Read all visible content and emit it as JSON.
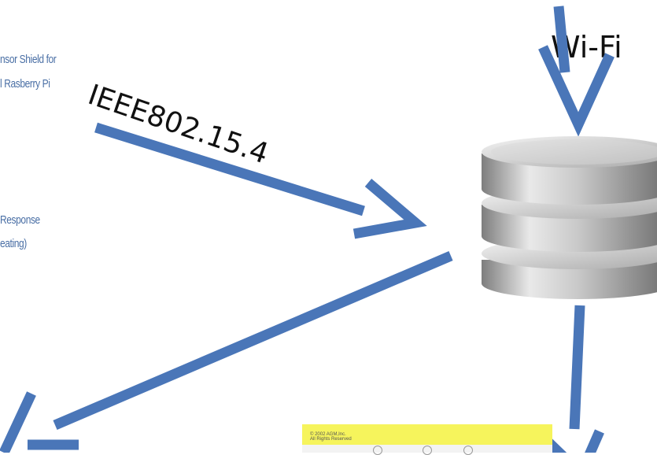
{
  "fragments": {
    "sensor_line_1": "nsor Shield for",
    "sensor_line_2": "l Rasberry Pi",
    "response_line_1": "Response",
    "response_line_2": "eating)"
  },
  "labels": {
    "wifi": "Wi-Fi",
    "protocol": "IEEE802.15.4"
  },
  "footer": {
    "line_1": "© 2002 AGM,Inc.",
    "line_2": "All Rights Reserved"
  },
  "icons": [
    "database-icon",
    "arrow-icon"
  ],
  "colors": {
    "arrow": "#4a76b8",
    "footer_banner": "#f6f45c",
    "fragment_text": "#4a6fa5"
  }
}
